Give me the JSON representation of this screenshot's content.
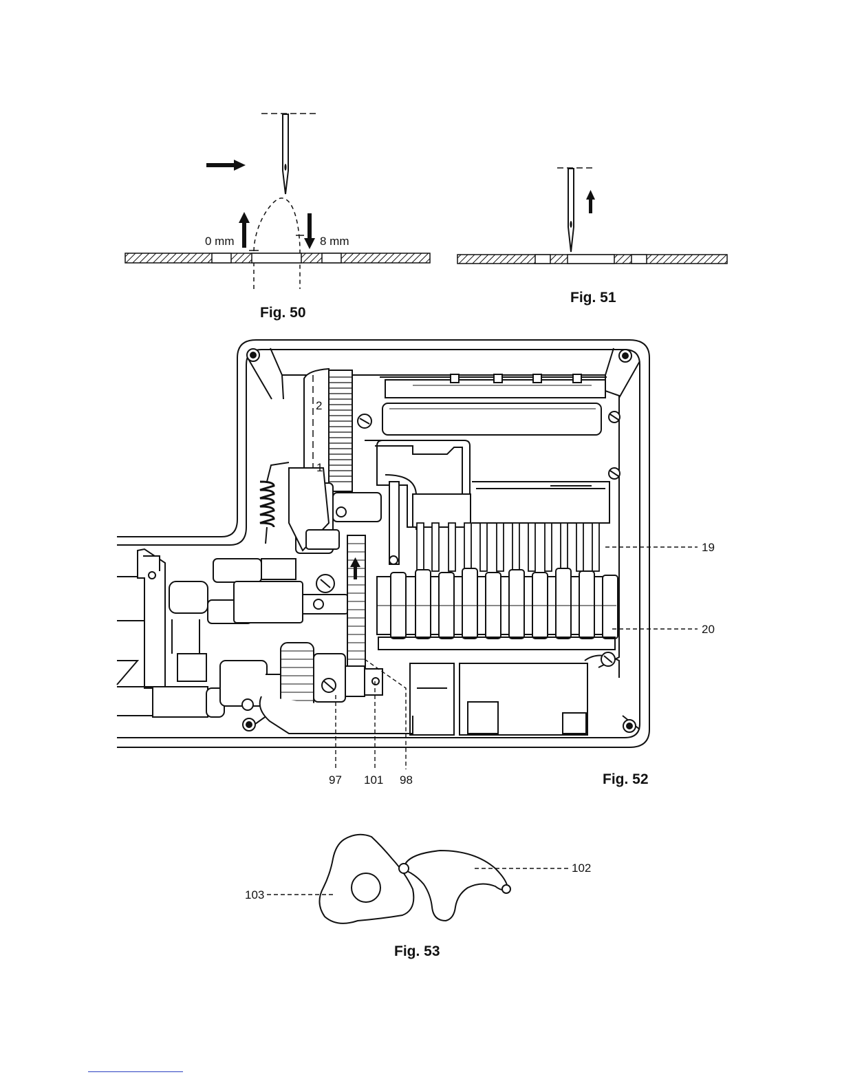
{
  "figures": {
    "fig50": {
      "caption": "Fig. 50",
      "label_left": "0 mm",
      "label_right": "8 mm"
    },
    "fig51": {
      "caption": "Fig. 51"
    },
    "fig52": {
      "caption": "Fig. 52",
      "dial_marks": [
        "2",
        "1"
      ],
      "callouts": [
        "19",
        "20",
        "97",
        "101",
        "98"
      ]
    },
    "fig53": {
      "caption": "Fig. 53",
      "callouts": [
        "102",
        "103"
      ]
    }
  }
}
